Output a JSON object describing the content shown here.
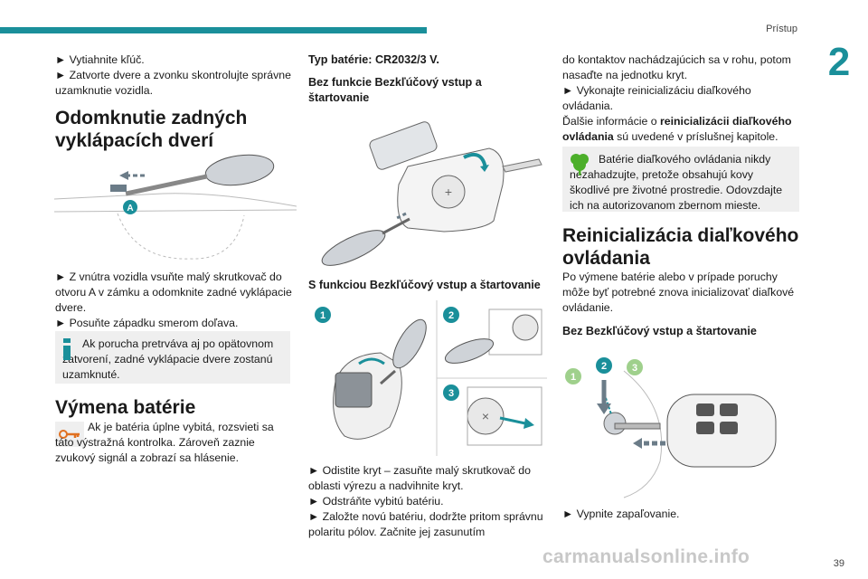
{
  "header": {
    "section_label": "Prístup",
    "chapter_number": "2",
    "page_number": "39",
    "accent_color": "#1a8f9a"
  },
  "col1": {
    "bullets_top": [
      "► Vytiahnite kľúč.",
      "► Zatvorte dvere a zvonku skontrolujte správne uzamknutie vozidla."
    ],
    "section1_title": "Odomknutie zadných vyklápacích dverí",
    "fig1_callout": "A",
    "bullets_mid": [
      "► Z vnútra vozidla vsuňte malý skrutkovač do otvoru A v zámku a odomknite zadné vyklápacie dvere.",
      "► Posuňte západku smerom doľava."
    ],
    "note1": "Ak porucha pretrváva aj po opätovnom zatvorení, zadné vyklápacie dvere zostanú uzamknuté.",
    "section2_title": "Výmena batérie",
    "warning_text": "Ak je batéria úplne vybitá, rozsvieti sa táto výstražná kontrolka. Zároveň zaznie zvukový signál a zobrazí sa hlásenie."
  },
  "col2": {
    "battery_type": "Typ batérie: CR2032/3 V.",
    "subtitle1": "Bez funkcie Bezkľúčový vstup a štartovanie",
    "subtitle2": "S funkciou Bezkľúčový vstup a štartovanie",
    "callouts": [
      "1",
      "2",
      "3"
    ],
    "steps": [
      "► Odistite kryt – zasuňte malý skrutkovač do oblasti výrezu a nadvihnite kryt.",
      "► Odstráňte vybitú batériu.",
      "► Založte novú batériu, dodržte pritom správnu polaritu pólov. Začnite jej zasunutím"
    ]
  },
  "col3": {
    "continued": "do kontaktov nachádzajúcich sa v rohu, potom nasaďte na jednotku kryt.",
    "step_reinit": "► Vykonajte reinicializáciu diaľkového ovládania.",
    "more_info_pre": "Ďalšie informácie o ",
    "more_info_bold": "reinicializácii diaľkového ovládania",
    "more_info_post": " sú uvedené v príslušnej kapitole.",
    "eco_note": "Batérie diaľkového ovládania nikdy nezahadzujte, pretože obsahujú kovy škodlivé pre životné prostredie. Odovzdajte ich na autorizovanom zbernom mieste.",
    "section3_title": "Reinicializácia diaľkového ovládania",
    "section3_body": "Po výmene batérie alebo v prípade poruchy môže byť potrebné znova inicializovať diaľkové ovládanie.",
    "subtitle3": "Bez Bezkľúčový vstup a štartovanie",
    "callouts": [
      "1",
      "2",
      "3"
    ],
    "final_step": "► Vypnite zapaľovanie."
  },
  "watermark": "carmanualsonline.info"
}
